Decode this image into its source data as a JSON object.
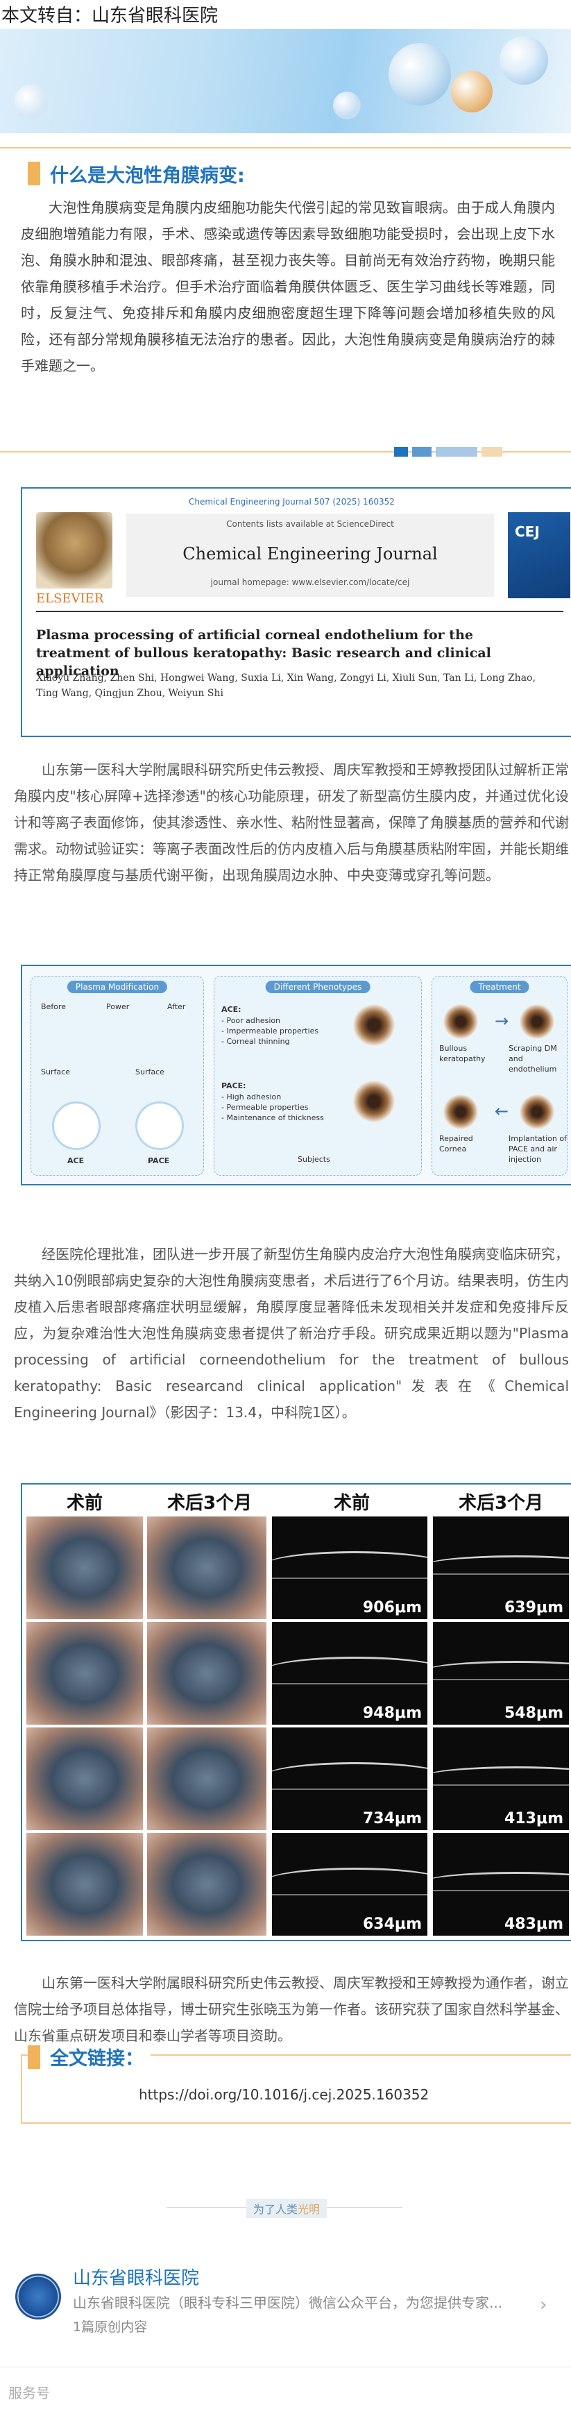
{
  "header": {
    "source": "本文转自：山东省眼科医院"
  },
  "section1": {
    "title": "什么是大泡性角膜病变:",
    "body": "大泡性角膜病变是角膜内皮细胞功能失代偿引起的常见致盲眼病。由于成人角膜内皮细胞增殖能力有限，手术、感染或遗传等因素导致细胞功能受损时，会出现上皮下水泡、角膜水肿和混浊、眼部疼痛，甚至视力丧失等。目前尚无有效治疗药物，晚期只能依靠角膜移植手术治疗。但手术治疗面临着角膜供体匮乏、医生学习曲线长等难题，同时，反复注气、免疫排斥和角膜内皮细胞密度超生理下降等问题会增加移植失败的风险，还有部分常规角膜移植无法治疗的患者。因此，大泡性角膜病变是角膜病治疗的棘手难题之一。"
  },
  "journal": {
    "top_line": "Chemical Engineering Journal 507 (2025) 160352",
    "contents": "Contents lists available at ScienceDirect",
    "name": "Chemical Engineering Journal",
    "homepage": "journal homepage: www.elsevier.com/locate/cej",
    "publisher": "ELSEVIER",
    "cover": "CEJ",
    "title": "Plasma processing of artificial corneal endothelium for the treatment of bullous keratopathy: Basic research and clinical application",
    "authors": "Xiaoyu Zhang, Zhen Shi, Hongwei Wang, Suxia Li, Xin Wang, Zongyi Li, Xiuli Sun, Tan Li, Long Zhao, Ting Wang, Qingjun Zhou, Weiyun Shi"
  },
  "para1": "山东第一医科大学附属眼科研究所史伟云教授、周庆军教授和王婷教授团队过解析正常角膜内皮\"核心屏障+选择渗透\"的核心功能原理，研发了新型高仿生膜内皮，并通过优化设计和等离子表面修饰，使其渗透性、亲水性、粘附性显著高，保障了角膜基质的营养和代谢需求。动物试验证实：等离子表面改性后的仿内皮植入后与角膜基质粘附牢固，并能长期维持正常角膜厚度与基质代谢平衡，出现角膜周边水肿、中央变薄或穿孔等问题。",
  "diagram": {
    "col1": "Plasma Modification",
    "col2": "Different Phenotypes",
    "col3": "Treatment",
    "before": "Before",
    "power": "Power",
    "after": "After",
    "surface1": "Surface",
    "surface2": "Surface",
    "ace": "ACE",
    "pace": "PACE",
    "ace_title": "ACE:",
    "ace_points": "- Poor adhesion\n- Impermeable properties\n- Corneal thinning",
    "pace_title": "PACE:",
    "pace_points": "- High adhesion\n- Permeable properties\n- Maintenance of thickness",
    "subjects": "Subjects",
    "bullous": "Bullous keratopathy",
    "scraping": "Scraping DM and endothelium",
    "repaired": "Repaired Cornea",
    "implant": "Implantation of PACE and air injection"
  },
  "para2": "经医院伦理批准，团队进一步开展了新型仿生角膜内皮治疗大泡性角膜病变临床研究，共纳入10例眼部病史复杂的大泡性角膜病变患者，术后进行了6个月访。结果表明，仿生内皮植入后患者眼部疼痛症状明显缓解，角膜厚度显著降低未发现相关并发症和免疫排斥反应，为复杂难治性大泡性角膜病变患者提供了新治疗手段。研究成果近期以题为\"Plasma processing of artificial corneendothelium for the treatment of bullous keratopathy: Basic researcand clinical application\"发表在《Chemical Engineering Journal》（影因子：13.4，中科院1区）。",
  "results": {
    "headers": [
      "术前",
      "术后3个月",
      "术前",
      "术后3个月"
    ],
    "pre_values": [
      "906μm",
      "948μm",
      "734μm",
      "634μm"
    ],
    "post_values": [
      "639μm",
      "548μm",
      "413μm",
      "483μm"
    ]
  },
  "para3": "山东第一医科大学附属眼科研究所史伟云教授、周庆军教授和王婷教授为通作者，谢立信院士给予项目总体指导，博士研究生张晓玉为第一作者。该研究获了国家自然科学基金、山东省重点研发项目和泰山学者等项目资助。",
  "fulltext": {
    "title": "全文链接：",
    "doi": "https://doi.org/10.1016/j.cej.2025.160352"
  },
  "slogan": {
    "prefix": "为了人类",
    "highlight": "光明"
  },
  "account_card": {
    "name": "山东省眼科医院",
    "description": "山东省眼科医院（眼科专科三甲医院）微信公众平台，为您提供专家...",
    "count": "1篇原创内容"
  },
  "footer": {
    "service": "服务号"
  },
  "colors": {
    "accent": "#1e73be",
    "border": "#f3c98f",
    "frame": "#2d7bbd"
  }
}
